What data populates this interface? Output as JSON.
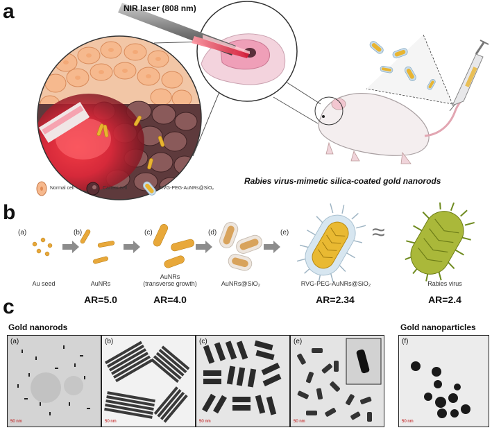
{
  "panels": {
    "a": "a",
    "b": "b",
    "c": "c"
  },
  "panel_a": {
    "laser_label": "NIR laser (808 nm)",
    "legend": [
      {
        "label": "Normal cell",
        "icon": "normal-cell-icon"
      },
      {
        "label": "Cancer cell",
        "icon": "cancer-cell-icon"
      },
      {
        "label": "RVG-PEG-AuNRs@SiO₂",
        "icon": "nanorod-icon"
      }
    ],
    "caption": "Rabies virus-mimetic silica-coated gold nanorods"
  },
  "panel_b": {
    "steps": [
      {
        "letter": "(a)",
        "label": "Au seed",
        "ar": ""
      },
      {
        "letter": "(b)",
        "label": "AuNRs",
        "ar": "AR=5.0"
      },
      {
        "letter": "(c)",
        "label": "AuNRs\n(transverse growth)",
        "ar": "AR=4.0"
      },
      {
        "letter": "(d)",
        "label": "AuNRs@SiO₂",
        "ar": ""
      },
      {
        "letter": "(e)",
        "label": "RVG-PEG-AuNRs@SiO₂",
        "ar": "AR=2.34"
      },
      {
        "letter": "",
        "label": "Rabies virus",
        "ar": "AR=2.4"
      }
    ],
    "approx_symbol": "≈"
  },
  "panel_c": {
    "group_left": "Gold nanorods",
    "group_right": "Gold nanoparticles",
    "images": [
      {
        "letter": "(a)",
        "scale": "50 nm"
      },
      {
        "letter": "(b)",
        "scale": "50 nm"
      },
      {
        "letter": "(c)",
        "scale": "50 nm"
      },
      {
        "letter": "(e)",
        "scale": "50 nm"
      },
      {
        "letter": "(f)",
        "scale": "50 nm"
      }
    ]
  },
  "colors": {
    "gold": "#e8b431",
    "laser": "#d81e3c",
    "normal_cell": "#f5b68a",
    "cancer_cell": "#7a4a4a",
    "silica": "#c7dbe9"
  }
}
